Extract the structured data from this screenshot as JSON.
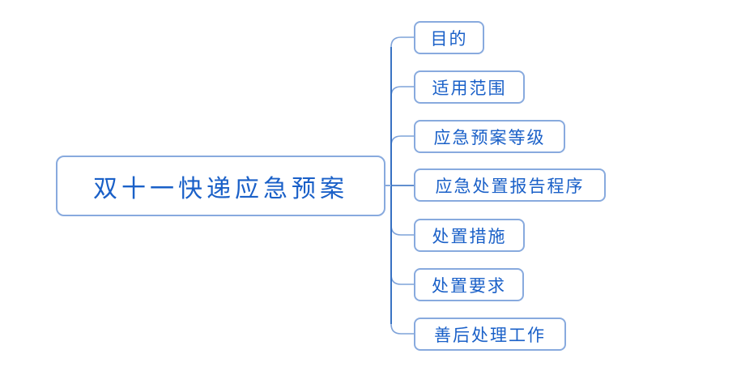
{
  "diagram": {
    "type": "mindmap",
    "title": "双十一快递应急预案",
    "root": {
      "label": "双十一快递应急预案"
    },
    "children": [
      {
        "label": "目的"
      },
      {
        "label": "适用范围"
      },
      {
        "label": "应急预案等级"
      },
      {
        "label": "应急处置报告程序"
      },
      {
        "label": "处置措施"
      },
      {
        "label": "处置要求"
      },
      {
        "label": "善后处理工作"
      }
    ],
    "colors": {
      "background": "#ffffff",
      "node_border": "#88aade",
      "node_text": "#1a60c8",
      "branch_line": "#7fa3d9",
      "trunk_line": "#2e6abf"
    }
  }
}
